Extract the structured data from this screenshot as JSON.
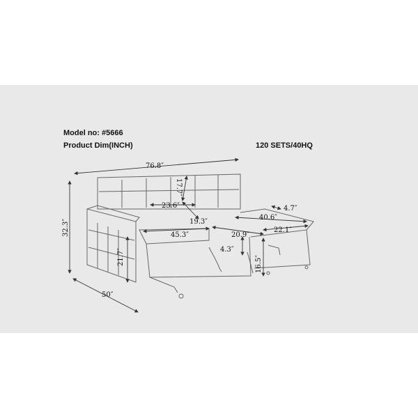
{
  "header": {
    "model": "Model no: #5666",
    "product_dim": "Product Dim(INCH)",
    "packing": "120 SETS/40HQ"
  },
  "dimensions": {
    "overall_width": "76.8″",
    "back_height": "17.7″",
    "seat_depth": "23.6″",
    "seat_front_depth": "19.3″",
    "seat_width": "45.3″",
    "overall_height": "32.3″",
    "arm_height": "21.7″",
    "overall_depth": "50″",
    "chaise_length": "40.6″",
    "chaise_arm": "4.7″",
    "chaise_width": "22.1″",
    "bed_depth": "20.9″",
    "leg_height": "4.3″",
    "seat_height": "16.5″"
  },
  "colors": {
    "panel": "#e9e9e9",
    "line": "#555555",
    "ink": "#111111"
  }
}
